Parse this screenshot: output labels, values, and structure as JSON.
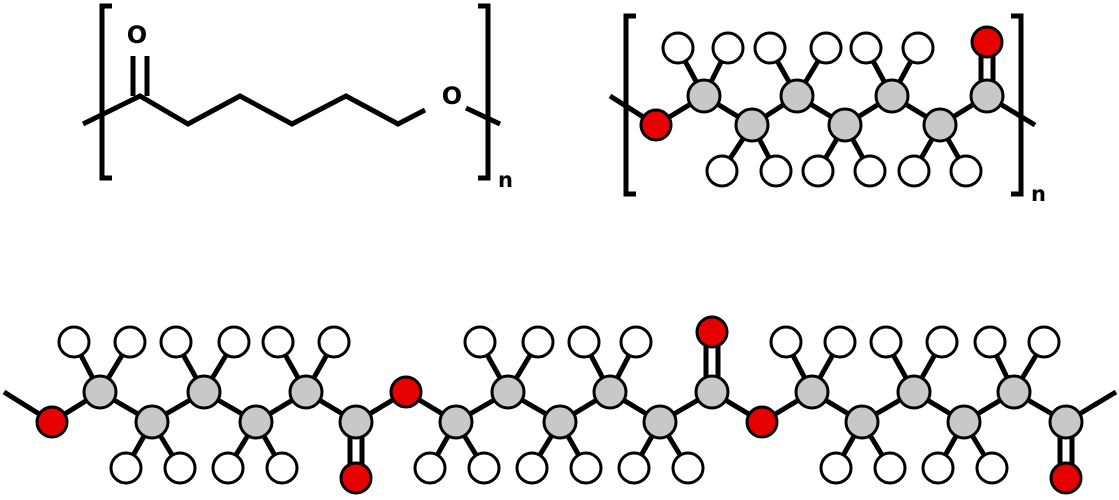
{
  "skeletal_formula": {
    "carbonyl_oxygen_label": "O",
    "ester_oxygen_label": "O",
    "repeat_subscript": "n"
  },
  "ball_and_stick_monomer": {
    "repeat_subscript": "n"
  },
  "atom_colors": {
    "carbon": "#c8c8c8",
    "oxygen": "#e60000",
    "hydrogen": "#ffffff",
    "outline": "#000000"
  }
}
